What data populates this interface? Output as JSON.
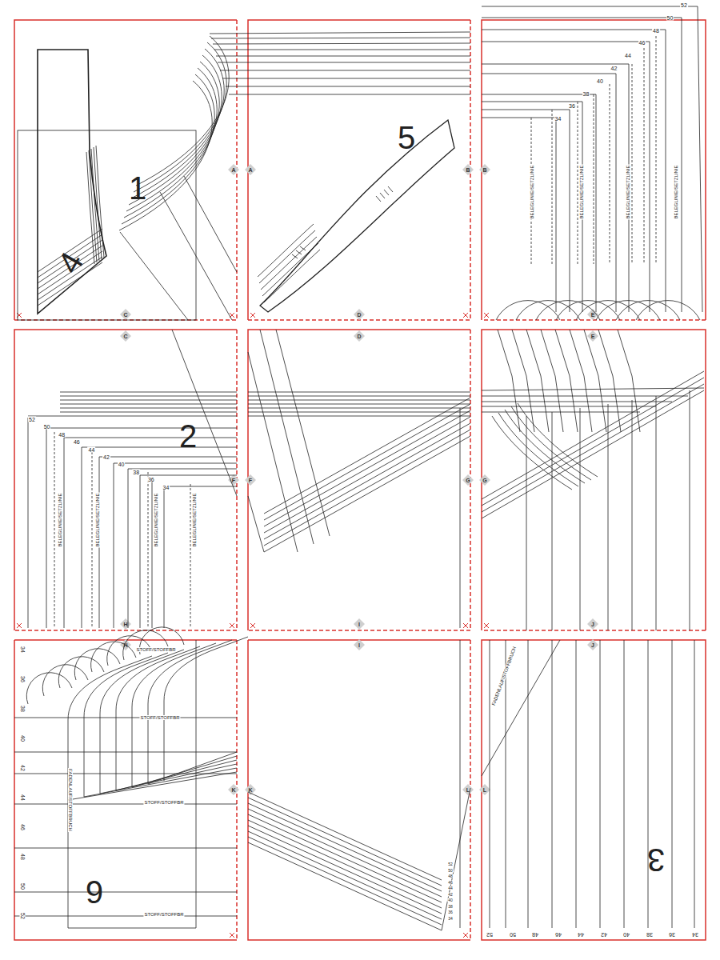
{
  "diagram": {
    "labels": [
      "1",
      "2",
      "3",
      "4",
      "5",
      "6",
      "A",
      "A",
      "B",
      "B",
      "C",
      "C",
      "D",
      "D",
      "E",
      "E",
      "F",
      "F",
      "G",
      "G",
      "H",
      "H",
      "I",
      "I",
      "J",
      "J",
      "K",
      "K",
      "L",
      "L",
      "52",
      "50",
      "48",
      "46",
      "44",
      "42",
      "40",
      "38",
      "36",
      "34",
      "52",
      "50",
      "48",
      "46",
      "44",
      "42",
      "40",
      "38",
      "36",
      "34",
      "52",
      "50",
      "48",
      "46",
      "44",
      "42",
      "40",
      "38",
      "36",
      "34",
      "34",
      "36",
      "38",
      "40",
      "42",
      "44",
      "46",
      "48",
      "50",
      "52",
      "BELEGLINIE/SETZLINIE",
      "BELEGLINIE/SETZLINIE",
      "BELEGLINIE/SETZLINIE",
      "BELEGLINIE/SETZLINIE",
      "BELEGLINIE/SETZLINIE",
      "BELEGLINIE/SETZLINIE",
      "BELEGLINIE/SETZLINIE",
      "BELEGLINIE/SETZLINIE",
      "STOFF/STOFFBR",
      "STOFF/STOFFBR",
      "STOFF/STOFFBR",
      "STOFF/STOFFBR",
      "FADENLAUF/STOFFBRUCH",
      "FADENLAUF/STOFFBRUCH",
      "52",
      "50",
      "48",
      "46",
      "44",
      "42",
      "40",
      "38",
      "36",
      "34"
    ]
  }
}
